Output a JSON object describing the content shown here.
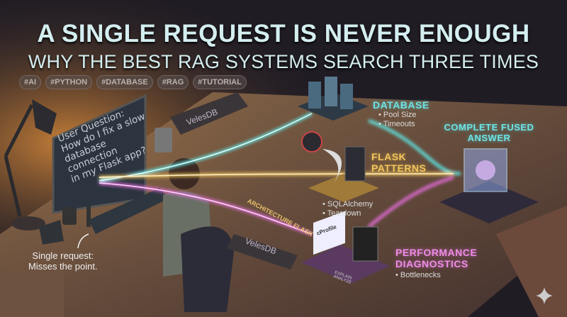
{
  "header": {
    "title": "A SINGLE REQUEST IS NEVER ENOUGH",
    "subtitle": "WHY THE BEST RAG SYSTEMS SEARCH THREE TIMES",
    "tags": [
      "#AI",
      "#PYTHON",
      "#DATABASE",
      "#RAG",
      "#TUTORIAL"
    ]
  },
  "monitor": {
    "lines": [
      "User Question:",
      "How do I fix a slow",
      "database connection",
      "in my Flask app?"
    ]
  },
  "note": {
    "line1": "Single request:",
    "line2": "Misses the point."
  },
  "brand": {
    "plate_top": "VelesDB",
    "plate_bottom": "VelesDB"
  },
  "arrow_label": "ARCHITECTURE FLASK",
  "sources": {
    "database": {
      "title": "DATABASE",
      "items": [
        "Pool Size",
        "Timeouts"
      ]
    },
    "flask": {
      "title_1": "FLASK",
      "title_2": "PATTERNS",
      "items": [
        "SQLAlchemy",
        "Teardown"
      ]
    },
    "performance": {
      "title_1": "PERFORMANCE",
      "title_2": "DIAGNOSTICS",
      "items": [
        "Bottlenecks"
      ],
      "screen_label": "cProfile",
      "sign": "EXPLAIN ANALYZE"
    }
  },
  "result": {
    "title_1": "COMPLETE FUSED",
    "title_2": "ANSWER"
  },
  "colors": {
    "teal": "#6fe3e6",
    "gold": "#f2c65c",
    "pink": "#ee8ce6",
    "title": "#d4eef0"
  }
}
